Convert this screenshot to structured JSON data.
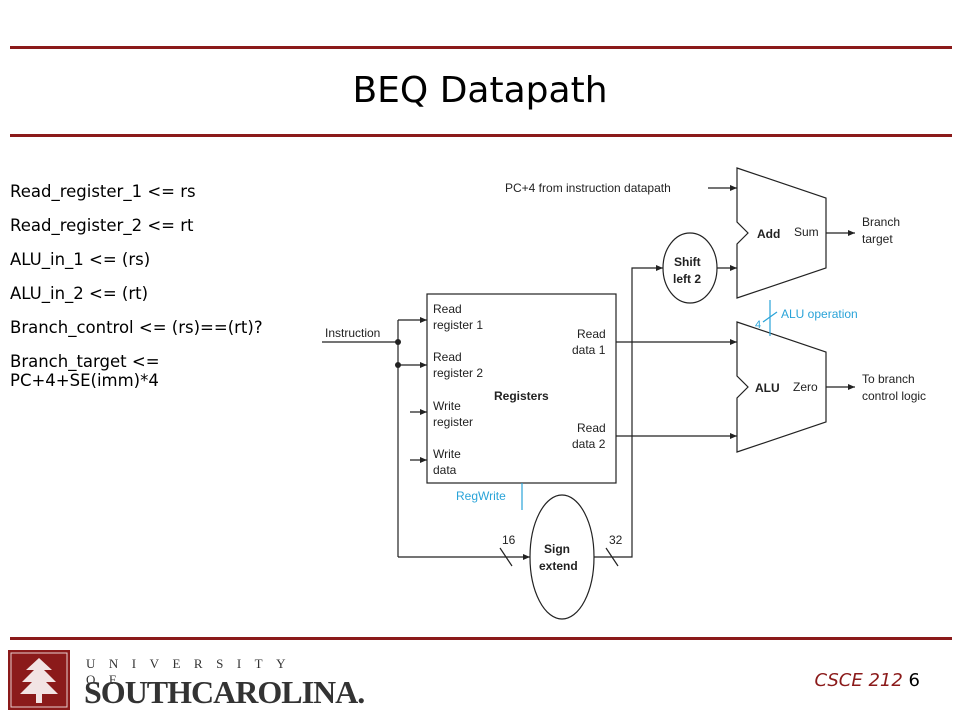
{
  "slide": {
    "title": "BEQ Datapath",
    "bullets": [
      "Read_register_1 <= rs",
      "Read_register_2 <= rt",
      "ALU_in_1 <= (rs)",
      "ALU_in_2 <= (rt)",
      "Branch_control <= (rs)==(rt)?",
      "Branch_target <= PC+4+SE(imm)*4"
    ]
  },
  "diagram": {
    "pc4_label": "PC+4 from instruction datapath",
    "add_label": "Add",
    "sum_label": "Sum",
    "branch_target_1": "Branch",
    "branch_target_2": "target",
    "shift_1": "Shift",
    "shift_2": "left 2",
    "instruction_label": "Instruction",
    "read_reg1_1": "Read",
    "read_reg1_2": "register 1",
    "read_reg2_1": "Read",
    "read_reg2_2": "register 2",
    "write_reg_1": "Write",
    "write_reg_2": "register",
    "write_data_1": "Write",
    "write_data_2": "data",
    "registers_label": "Registers",
    "read_data1_1": "Read",
    "read_data1_2": "data 1",
    "read_data2_1": "Read",
    "read_data2_2": "data 2",
    "alu_label": "ALU",
    "zero_label": "Zero",
    "to_branch_1": "To branch",
    "to_branch_2": "control logic",
    "alu_op_label": "ALU operation",
    "alu_op_bits": "4",
    "regwrite_label": "RegWrite",
    "sign_1": "Sign",
    "sign_2": "extend",
    "bits_16": "16",
    "bits_32": "32",
    "control_color": "#29a3d8"
  },
  "footer": {
    "course": "CSCE 212",
    "page": "6",
    "logo_top": "UNIVERSITY OF",
    "logo_bottom": "SOUTHCAROLINA."
  },
  "colors": {
    "accent": "#8b1a1a",
    "control": "#29a3d8"
  }
}
